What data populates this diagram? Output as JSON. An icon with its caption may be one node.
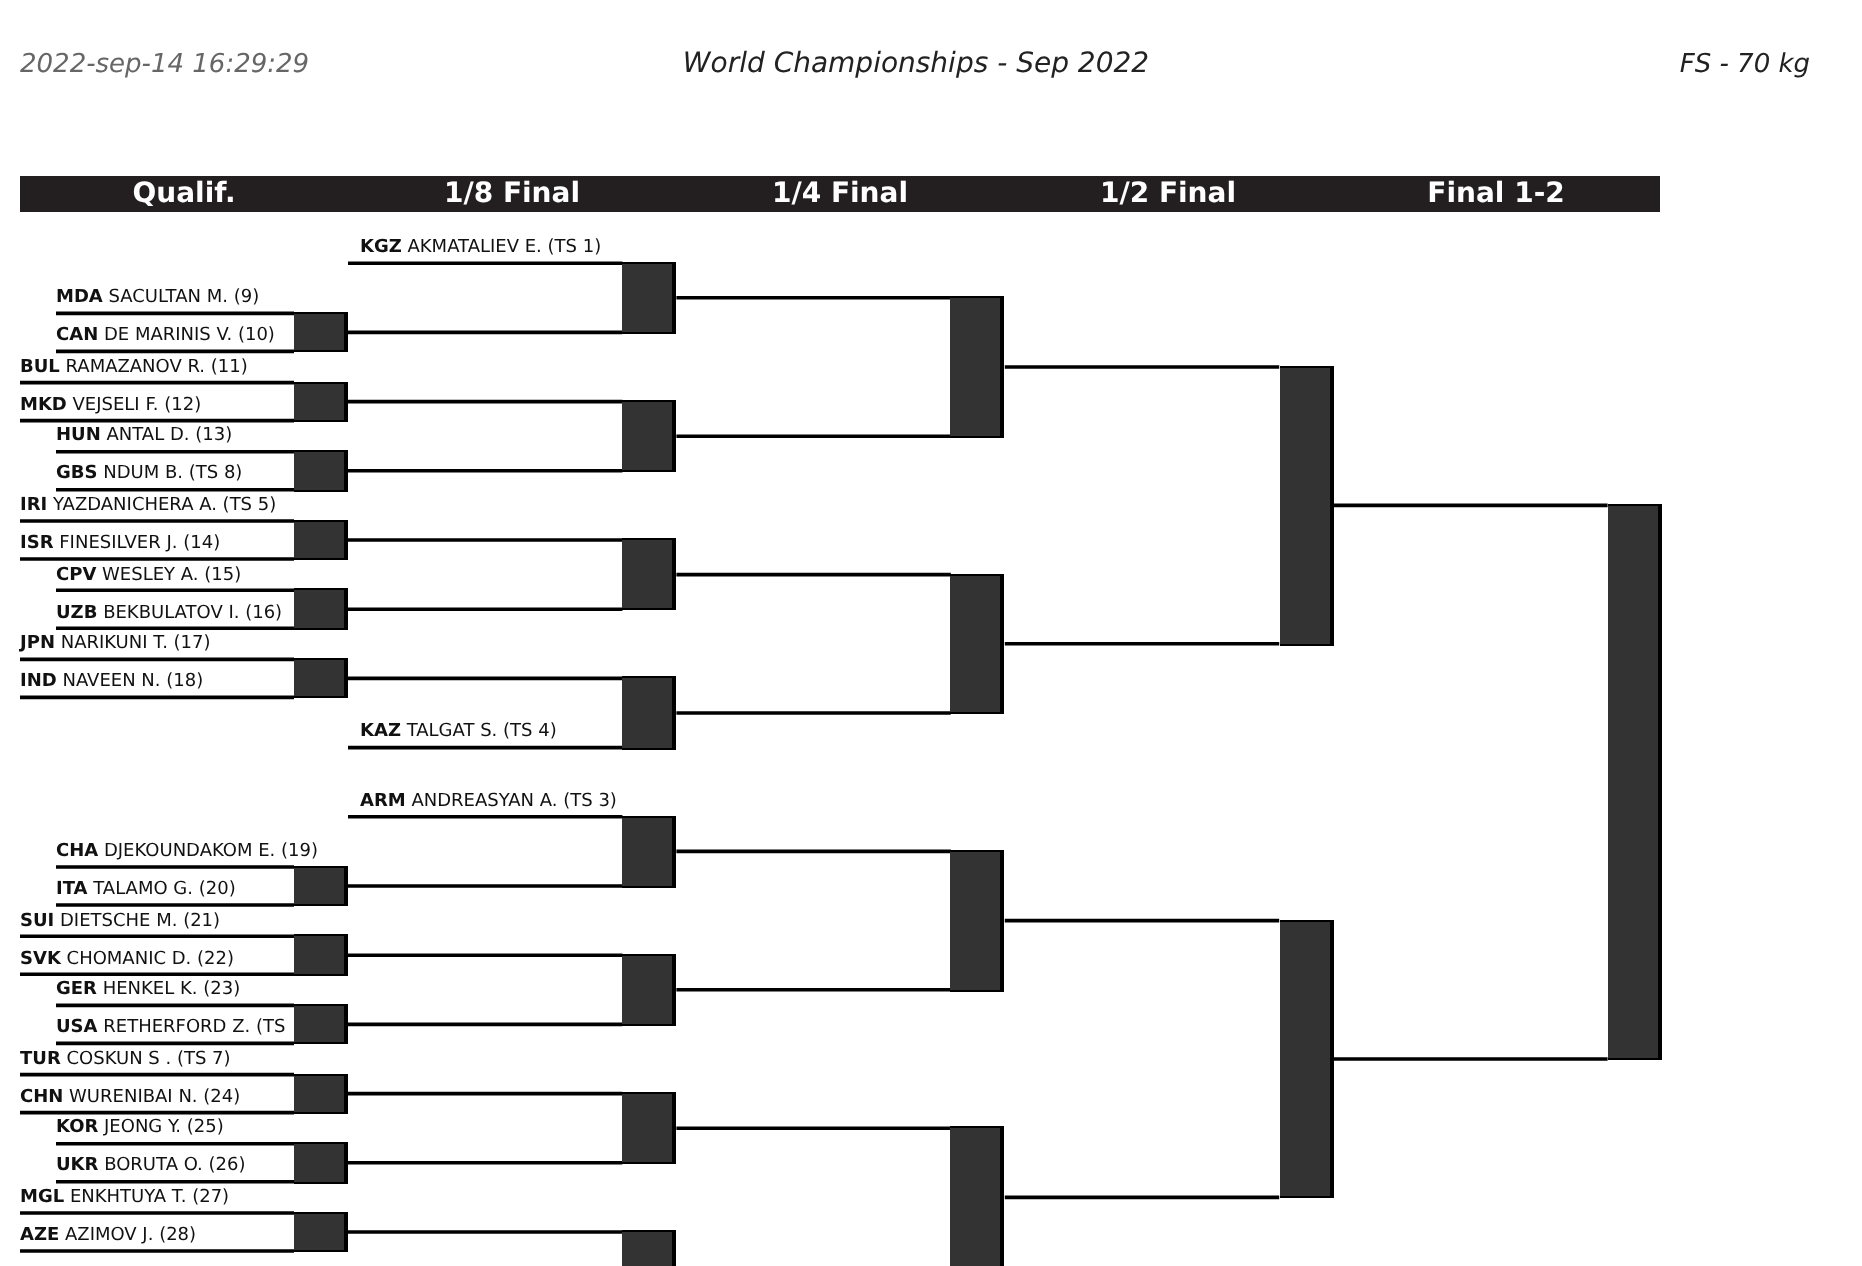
{
  "diagram": {
    "title": "World Championships - Sep 2022",
    "nodes": [
      {
        "text": [
          "Qualif.",
          "1/8 Final",
          "1/4 Final",
          "1/2 Final",
          "Final 1-2"
        ]
      },
      {
        "text": [
          "**KGZ** AKMATALIEV E. (TS 1)"
        ]
      },
      {
        "text": [
          "**MDA** SACULTAN M. (9)"
        ]
      },
      {
        "text": [
          "**CAN** DE MARINIS V. (10)"
        ]
      },
      {
        "text": [
          "**BUL** RAMAZANOV R. (11)"
        ]
      },
      {
        "text": [
          "**MKD** VEJSELI F. (12)"
        ]
      },
      {
        "text": [
          "**HUN** ANTAL D. (13)"
        ]
      },
      {
        "text": [
          "**GBS** NDUM B. (TS 8)"
        ]
      },
      {
        "text": [
          "**IRI** YAZDANICHERA A. (TS 5)"
        ]
      },
      {
        "text": [
          "**ISR** FINESILVER J. (14)"
        ]
      },
      {
        "text": [
          "**CPV** WESLEY A. (15)"
        ]
      },
      {
        "text": [
          "**UZB** BEKBULATOV I. (16)"
        ]
      },
      {
        "text": [
          "**JPN** NARIKUNI T. (17)"
        ]
      },
      {
        "text": [
          "**IND** NAVEEN N. (18)"
        ]
      },
      {
        "text": [
          "**KAZ** TALGAT S. (TS 4)"
        ]
      },
      {
        "text": [
          "**ARM** ANDREASYAN A. (TS 3)"
        ]
      },
      {
        "text": [
          "**CHA** DJEKOUNDAKOM E. (19)"
        ]
      },
      {
        "text": [
          "**ITA** TALAMO G. (20)"
        ]
      },
      {
        "text": [
          "**SUI** DIETSCHE M. (21)"
        ]
      },
      {
        "text": [
          "**SVK** CHOMANIC D. (22)"
        ]
      },
      {
        "text": [
          "**GER** HENKEL K. (23)"
        ]
      },
      {
        "text": [
          "**USA** RETHERFORD Z. (TS"
        ]
      },
      {
        "text": [
          "**TUR** COSKUN S . (TS 7)"
        ]
      },
      {
        "text": [
          "**CHN** WURENIBAI N. (24)"
        ]
      },
      {
        "text": [
          "**KOR** JEONG Y. (25)"
        ]
      },
      {
        "text": [
          "**UKR** BORUTA O. (26)"
        ]
      },
      {
        "text": [
          "**MGL** ENKHTUYA T. (27)"
        ]
      },
      {
        "text": [
          "**AZE** AZIMOV J. (28)"
        ]
      },
      {
        "text": [],
        "shape": "bar"
      },
      {
        "text": [],
        "shape": "bar"
      },
      {
        "text": [],
        "shape": "bar"
      },
      {
        "text": [],
        "shape": "bar"
      },
      {
        "text": [],
        "shape": "bar"
      },
      {
        "text": [],
        "shape": "bar"
      },
      {
        "text": [],
        "shape": "bar"
      },
      {
        "text": [],
        "shape": "bar"
      },
      {
        "text": [],
        "shape": "bar"
      },
      {
        "text": [],
        "shape": "bar"
      },
      {
        "text": [],
        "shape": "bar"
      },
      {
        "text": [],
        "shape": "bar"
      },
      {
        "text": [],
        "shape": "bar"
      },
      {
        "text": [],
        "shape": "bar"
      },
      {
        "text": [],
        "shape": "bar"
      },
      {
        "text": [],
        "shape": "bar"
      },
      {
        "text": [],
        "shape": "bar"
      },
      {
        "text": [],
        "shape": "bar"
      },
      {
        "text": [],
        "shape": "bar"
      },
      {
        "text": [],
        "shape": "bar"
      },
      {
        "text": [],
        "shape": "bar"
      },
      {
        "text": [],
        "shape": "bar"
      },
      {
        "text": [],
        "shape": "bar"
      },
      {
        "text": [],
        "shape": "bar"
      },
      {
        "text": [],
        "shape": "bar"
      },
      {
        "text": [],
        "shape": "bar"
      },
      {
        "text": [],
        "shape": "bar"
      }
    ],
    "edges": [
      {
        "from": 1,
        "to": 40,
        "arrow": "none"
      },
      {
        "from": 2,
        "to": 28,
        "arrow": "none"
      },
      {
        "from": 3,
        "to": 28,
        "arrow": "none"
      },
      {
        "from": 4,
        "to": 29,
        "arrow": "none"
      },
      {
        "from": 5,
        "to": 29,
        "arrow": "none"
      },
      {
        "from": 6,
        "to": 30,
        "arrow": "none"
      },
      {
        "from": 7,
        "to": 30,
        "arrow": "none"
      },
      {
        "from": 8,
        "to": 31,
        "arrow": "none"
      },
      {
        "from": 9,
        "to": 31,
        "arrow": "none"
      },
      {
        "from": 10,
        "to": 32,
        "arrow": "none"
      },
      {
        "from": 11,
        "to": 32,
        "arrow": "none"
      },
      {
        "from": 12,
        "to": 33,
        "arrow": "none"
      },
      {
        "from": 13,
        "to": 33,
        "arrow": "none"
      },
      {
        "from": 14,
        "to": 43,
        "arrow": "none"
      },
      {
        "from": 15,
        "to": 44,
        "arrow": "none"
      },
      {
        "from": 16,
        "to": 34,
        "arrow": "none"
      },
      {
        "from": 17,
        "to": 34,
        "arrow": "none"
      },
      {
        "from": 18,
        "to": 35,
        "arrow": "none"
      },
      {
        "from": 19,
        "to": 35,
        "arrow": "none"
      },
      {
        "from": 20,
        "to": 36,
        "arrow": "none"
      },
      {
        "from": 21,
        "to": 36,
        "arrow": "none"
      },
      {
        "from": 22,
        "to": 37,
        "arrow": "none"
      },
      {
        "from": 23,
        "to": 37,
        "arrow": "none"
      },
      {
        "from": 24,
        "to": 38,
        "arrow": "none"
      },
      {
        "from": 25,
        "to": 38,
        "arrow": "none"
      },
      {
        "from": 26,
        "to": 39,
        "arrow": "none"
      },
      {
        "from": 27,
        "to": 39,
        "arrow": "none"
      },
      {
        "from": 28,
        "to": 40,
        "arrow": "none"
      },
      {
        "from": 29,
        "to": 41,
        "arrow": "none"
      },
      {
        "from": 30,
        "to": 41,
        "arrow": "none"
      },
      {
        "from": 31,
        "to": 42,
        "arrow": "none"
      },
      {
        "from": 32,
        "to": 42,
        "arrow": "none"
      },
      {
        "from": 33,
        "to": 43,
        "arrow": "none"
      },
      {
        "from": 34,
        "to": 44,
        "arrow": "none"
      },
      {
        "from": 35,
        "to": 45,
        "arrow": "none"
      },
      {
        "from": 36,
        "to": 45,
        "arrow": "none"
      },
      {
        "from": 37,
        "to": 46,
        "arrow": "none"
      },
      {
        "from": 38,
        "to": 46,
        "arrow": "none"
      },
      {
        "from": 39,
        "to": 47,
        "arrow": "none"
      },
      {
        "from": 40,
        "to": 48,
        "arrow": "none"
      },
      {
        "from": 41,
        "to": 48,
        "arrow": "none"
      },
      {
        "from": 42,
        "to": 49,
        "arrow": "none"
      },
      {
        "from": 43,
        "to": 49,
        "arrow": "none"
      },
      {
        "from": 44,
        "to": 50,
        "arrow": "none"
      },
      {
        "from": 45,
        "to": 50,
        "arrow": "none"
      },
      {
        "from": 46,
        "to": 51,
        "arrow": "none"
      },
      {
        "from": 48,
        "to": 52,
        "arrow": "none"
      },
      {
        "from": 49,
        "to": 52,
        "arrow": "none"
      },
      {
        "from": 50,
        "to": 53,
        "arrow": "none"
      },
      {
        "from": 51,
        "to": 53,
        "arrow": "none"
      },
      {
        "from": 52,
        "to": 54,
        "arrow": "none"
      },
      {
        "from": 53,
        "to": 54,
        "arrow": "none"
      }
    ],
    "labels": [
      "2022-sep-14 16:29:29",
      "FS - 70 kg"
    ]
  }
}
